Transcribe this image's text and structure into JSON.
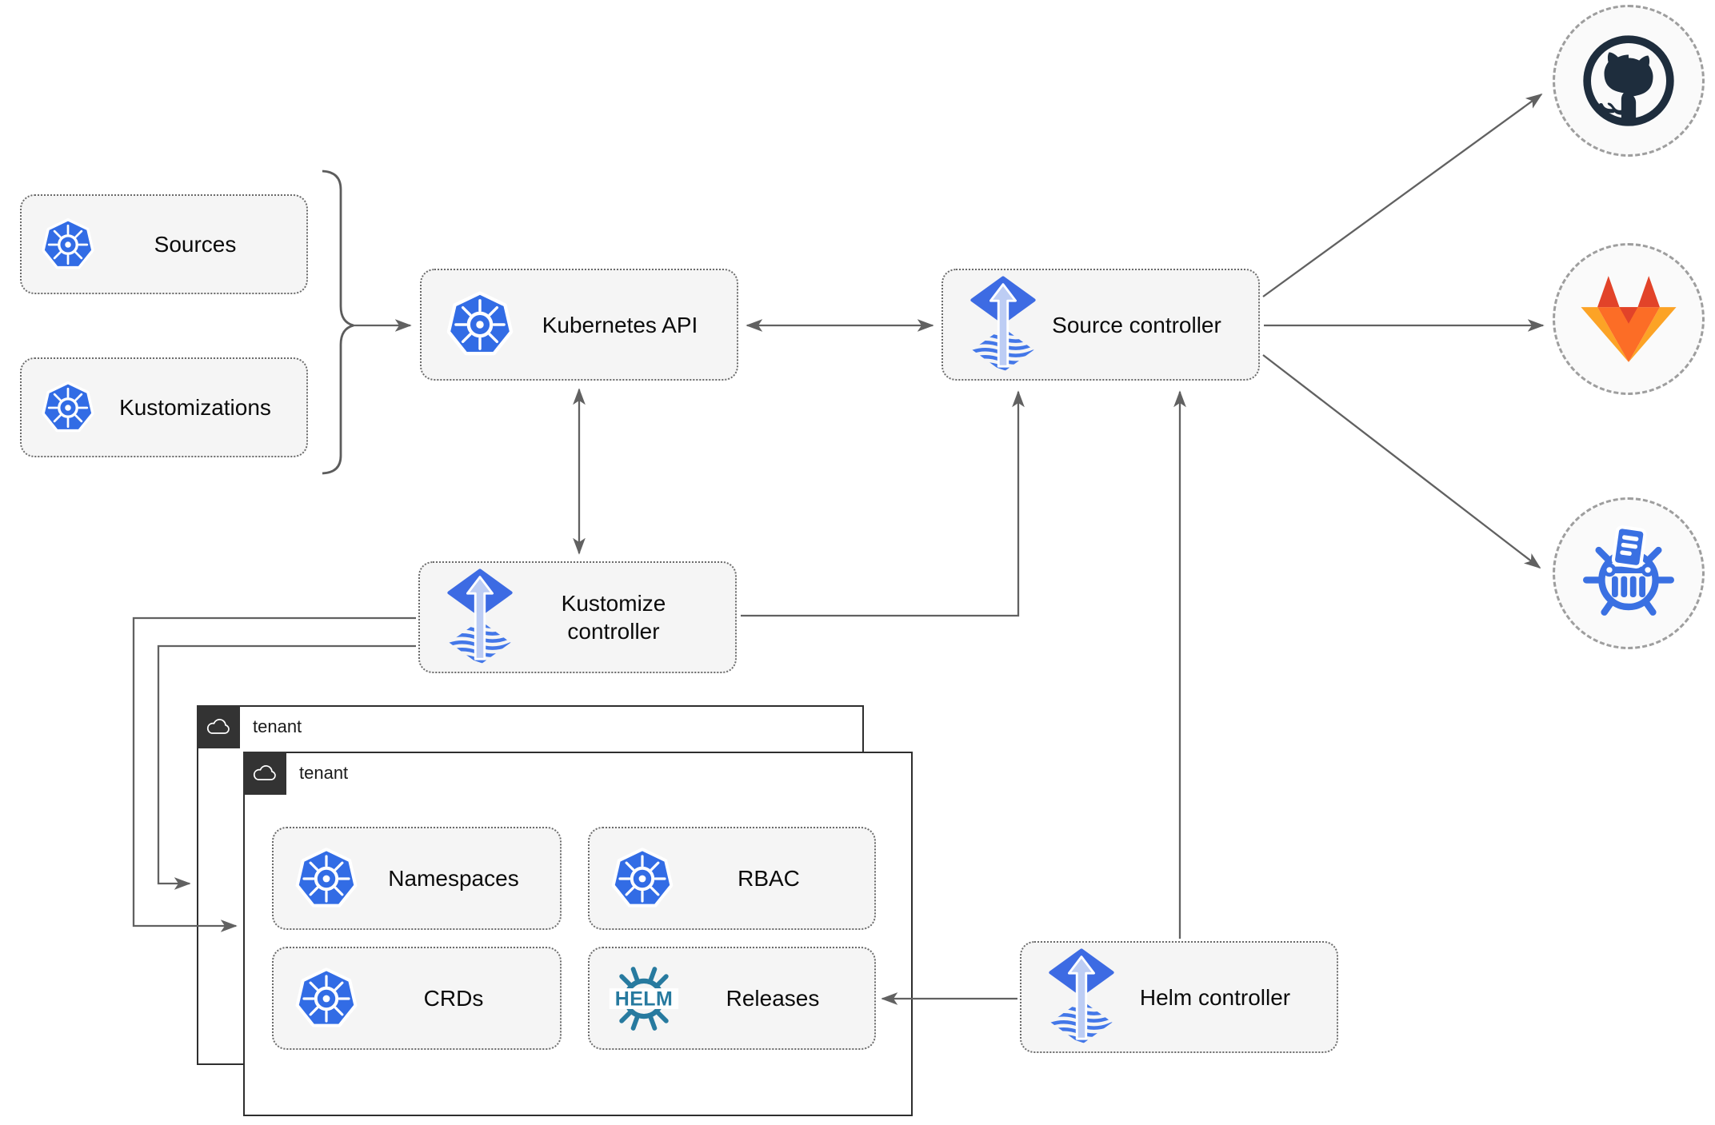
{
  "diagram": {
    "description": "Flux GitOps architecture diagram",
    "colors": {
      "kubernetes_blue": "#326CE5",
      "flux_diamond_blue": "#3D6BE3",
      "flux_arrow_light": "#BDCDF4",
      "flux_wave_blue": "#4377E8",
      "helm_teal": "#277A9F",
      "chartmuseum_blue": "#3A70E2",
      "github_dark": "#1E2D3D",
      "gitlab_red": "#E24329",
      "gitlab_orange": "#FC6D26",
      "gitlab_light_orange": "#FCA326",
      "node_fill": "#F5F5F5",
      "node_border": "#6B6B6B",
      "edge_gray": "#616161",
      "tenant_header_dark": "#333333",
      "endpoint_fill": "#FAFAFA",
      "endpoint_border": "#9E9E9E"
    }
  },
  "nodes": {
    "sources": {
      "label": "Sources",
      "icon": "kubernetes-icon"
    },
    "kustomizations": {
      "label": "Kustomizations",
      "icon": "kubernetes-icon"
    },
    "kubernetes_api": {
      "label": "Kubernetes API",
      "icon": "kubernetes-icon"
    },
    "source_controller": {
      "label": "Source controller",
      "icon": "flux-icon"
    },
    "kustomize_controller": {
      "label": "Kustomize controller",
      "icon": "flux-icon"
    },
    "helm_controller": {
      "label": "Helm controller",
      "icon": "flux-icon"
    },
    "namespaces": {
      "label": "Namespaces",
      "icon": "kubernetes-icon"
    },
    "rbac": {
      "label": "RBAC",
      "icon": "kubernetes-icon"
    },
    "crds": {
      "label": "CRDs",
      "icon": "kubernetes-icon"
    },
    "releases": {
      "label": "Releases",
      "icon": "helm-icon"
    }
  },
  "tenants": {
    "back": {
      "label": "tenant",
      "icon": "cloud-icon"
    },
    "front": {
      "label": "tenant",
      "icon": "cloud-icon"
    }
  },
  "endpoints": {
    "github": {
      "icon": "github-icon"
    },
    "gitlab": {
      "icon": "gitlab-icon"
    },
    "chartmuseum": {
      "icon": "chartmuseum-icon"
    }
  },
  "edges": [
    {
      "from": "sources+kustomizations",
      "to": "kubernetes_api",
      "style": "brace-arrow"
    },
    {
      "from": "kubernetes_api",
      "to": "source_controller",
      "style": "double-arrow"
    },
    {
      "from": "kubernetes_api",
      "to": "kustomize_controller",
      "style": "double-arrow"
    },
    {
      "from": "kustomize_controller",
      "to": "source_controller",
      "style": "arrow"
    },
    {
      "from": "helm_controller",
      "to": "source_controller",
      "style": "arrow"
    },
    {
      "from": "helm_controller",
      "to": "releases",
      "style": "arrow"
    },
    {
      "from": "kustomize_controller",
      "to": "tenant-front",
      "style": "arrow"
    },
    {
      "from": "kustomize_controller",
      "to": "tenant-back",
      "style": "arrow"
    },
    {
      "from": "source_controller",
      "to": "github",
      "style": "arrow"
    },
    {
      "from": "source_controller",
      "to": "gitlab",
      "style": "arrow"
    },
    {
      "from": "source_controller",
      "to": "chartmuseum",
      "style": "arrow"
    }
  ]
}
